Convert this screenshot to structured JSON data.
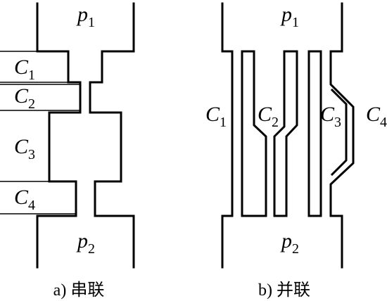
{
  "series_diagram": {
    "caption": "a) 串联",
    "inlet_letter": "p",
    "inlet_sub": "1",
    "outlet_letter": "p",
    "outlet_sub": "2",
    "elements": [
      {
        "letter": "C",
        "sub": "1"
      },
      {
        "letter": "C",
        "sub": "2"
      },
      {
        "letter": "C",
        "sub": "3"
      },
      {
        "letter": "C",
        "sub": "4"
      }
    ]
  },
  "parallel_diagram": {
    "caption": "b) 并联",
    "inlet_letter": "p",
    "inlet_sub": "1",
    "outlet_letter": "p",
    "outlet_sub": "2",
    "elements": [
      {
        "letter": "C",
        "sub": "1"
      },
      {
        "letter": "C",
        "sub": "2"
      },
      {
        "letter": "C",
        "sub": "3"
      },
      {
        "letter": "C",
        "sub": "4"
      }
    ]
  }
}
